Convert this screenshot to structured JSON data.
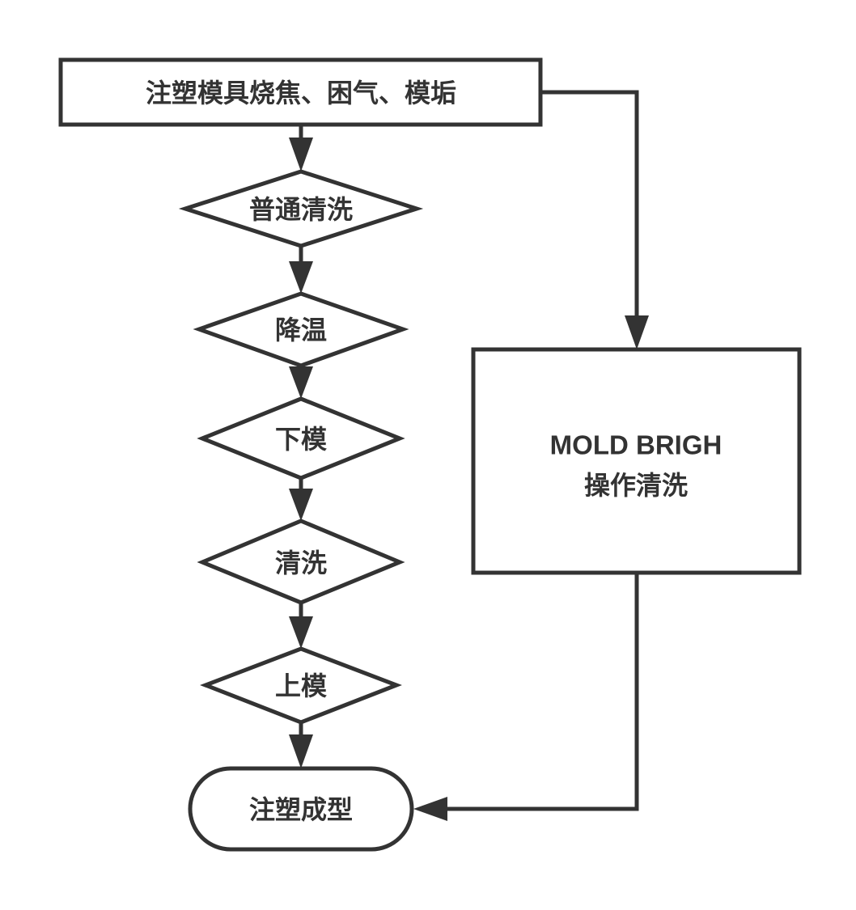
{
  "nodes": {
    "start": {
      "label": "注塑模具烧焦、困气、模垢"
    },
    "normal_clean": {
      "label": "普通清洗"
    },
    "cool_down": {
      "label": "降温"
    },
    "unload_mold": {
      "label": "下模"
    },
    "wash": {
      "label": "清洗"
    },
    "load_mold": {
      "label": "上模"
    },
    "mold_bright": {
      "label_line1": "MOLD BRIGH",
      "label_line2": "操作清洗"
    },
    "end": {
      "label": "注塑成型"
    }
  },
  "colors": {
    "stroke": "#333333",
    "fill": "#ffffff",
    "text": "#333333"
  }
}
